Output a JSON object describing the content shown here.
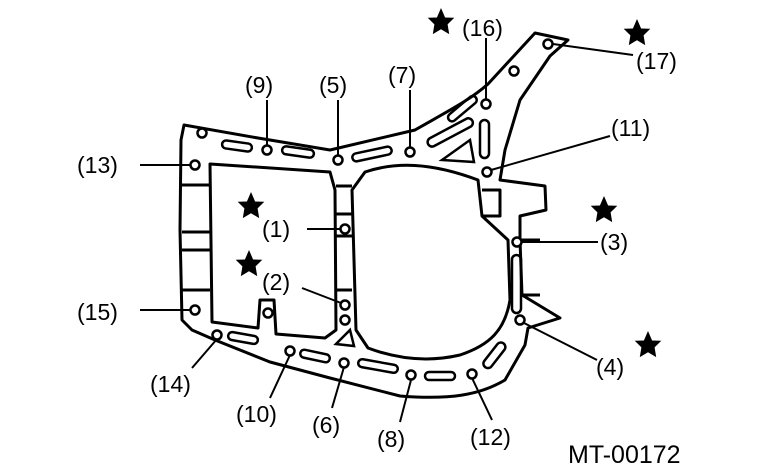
{
  "diagram": {
    "reference_code": "MT-00172",
    "labels": [
      {
        "id": "1",
        "text": "(1)",
        "starred": true
      },
      {
        "id": "2",
        "text": "(2)",
        "starred": true
      },
      {
        "id": "3",
        "text": "(3)",
        "starred": true
      },
      {
        "id": "4",
        "text": "(4)",
        "starred": true
      },
      {
        "id": "5",
        "text": "(5)",
        "starred": false
      },
      {
        "id": "6",
        "text": "(6)",
        "starred": false
      },
      {
        "id": "7",
        "text": "(7)",
        "starred": false
      },
      {
        "id": "8",
        "text": "(8)",
        "starred": false
      },
      {
        "id": "9",
        "text": "(9)",
        "starred": false
      },
      {
        "id": "10",
        "text": "(10)",
        "starred": false
      },
      {
        "id": "11",
        "text": "(11)",
        "starred": false
      },
      {
        "id": "12",
        "text": "(12)",
        "starred": false
      },
      {
        "id": "13",
        "text": "(13)",
        "starred": false
      },
      {
        "id": "14",
        "text": "(14)",
        "starred": false
      },
      {
        "id": "15",
        "text": "(15)",
        "starred": false
      },
      {
        "id": "16",
        "text": "(16)",
        "starred": true
      },
      {
        "id": "17",
        "text": "(17)",
        "starred": true
      }
    ]
  }
}
